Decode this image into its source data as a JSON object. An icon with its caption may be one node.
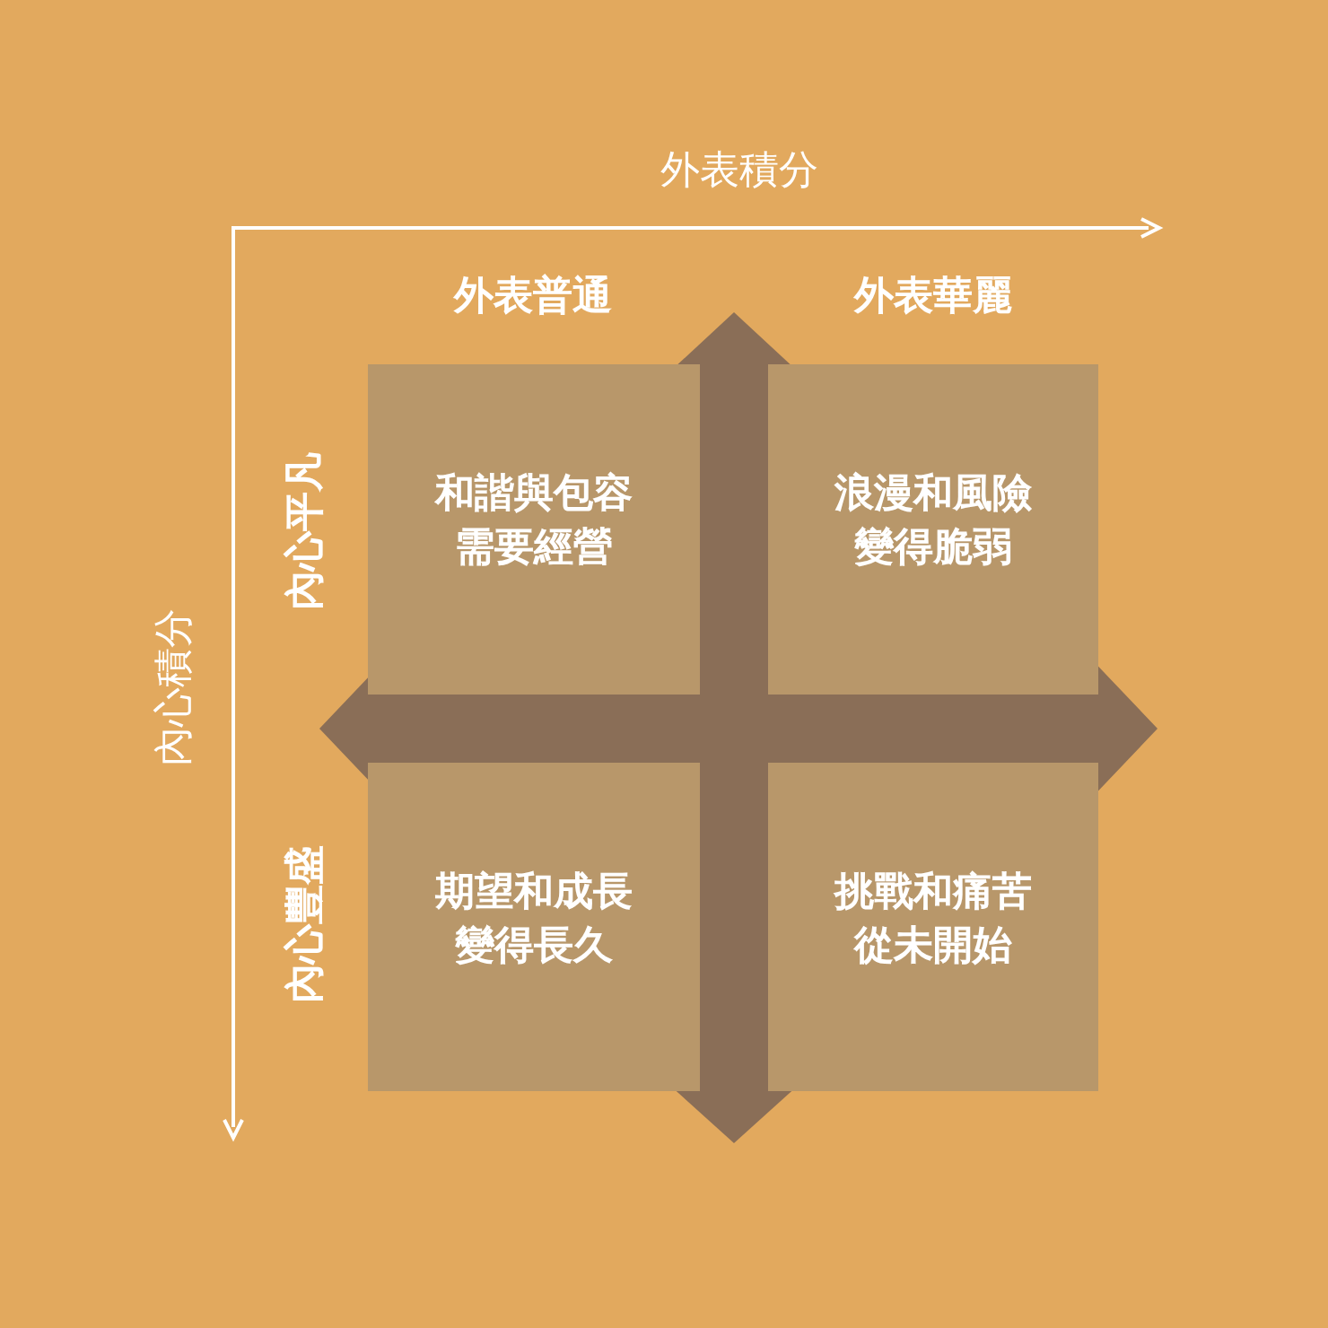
{
  "diagram": {
    "nodes": [
      {
        "text": [
          "和諧與包容需要經營"
        ]
      },
      {
        "text": [
          "浪漫和風險變得脆弱"
        ]
      },
      {
        "text": [
          "期望和成長變得長久"
        ]
      },
      {
        "text": [
          "挑戰和痛苦從未開始"
        ]
      }
    ],
    "labels": [
      "外表積分",
      "外表普通",
      "外表華麗",
      "內心積分",
      "內心平凡",
      "內心豐盛"
    ]
  }
}
